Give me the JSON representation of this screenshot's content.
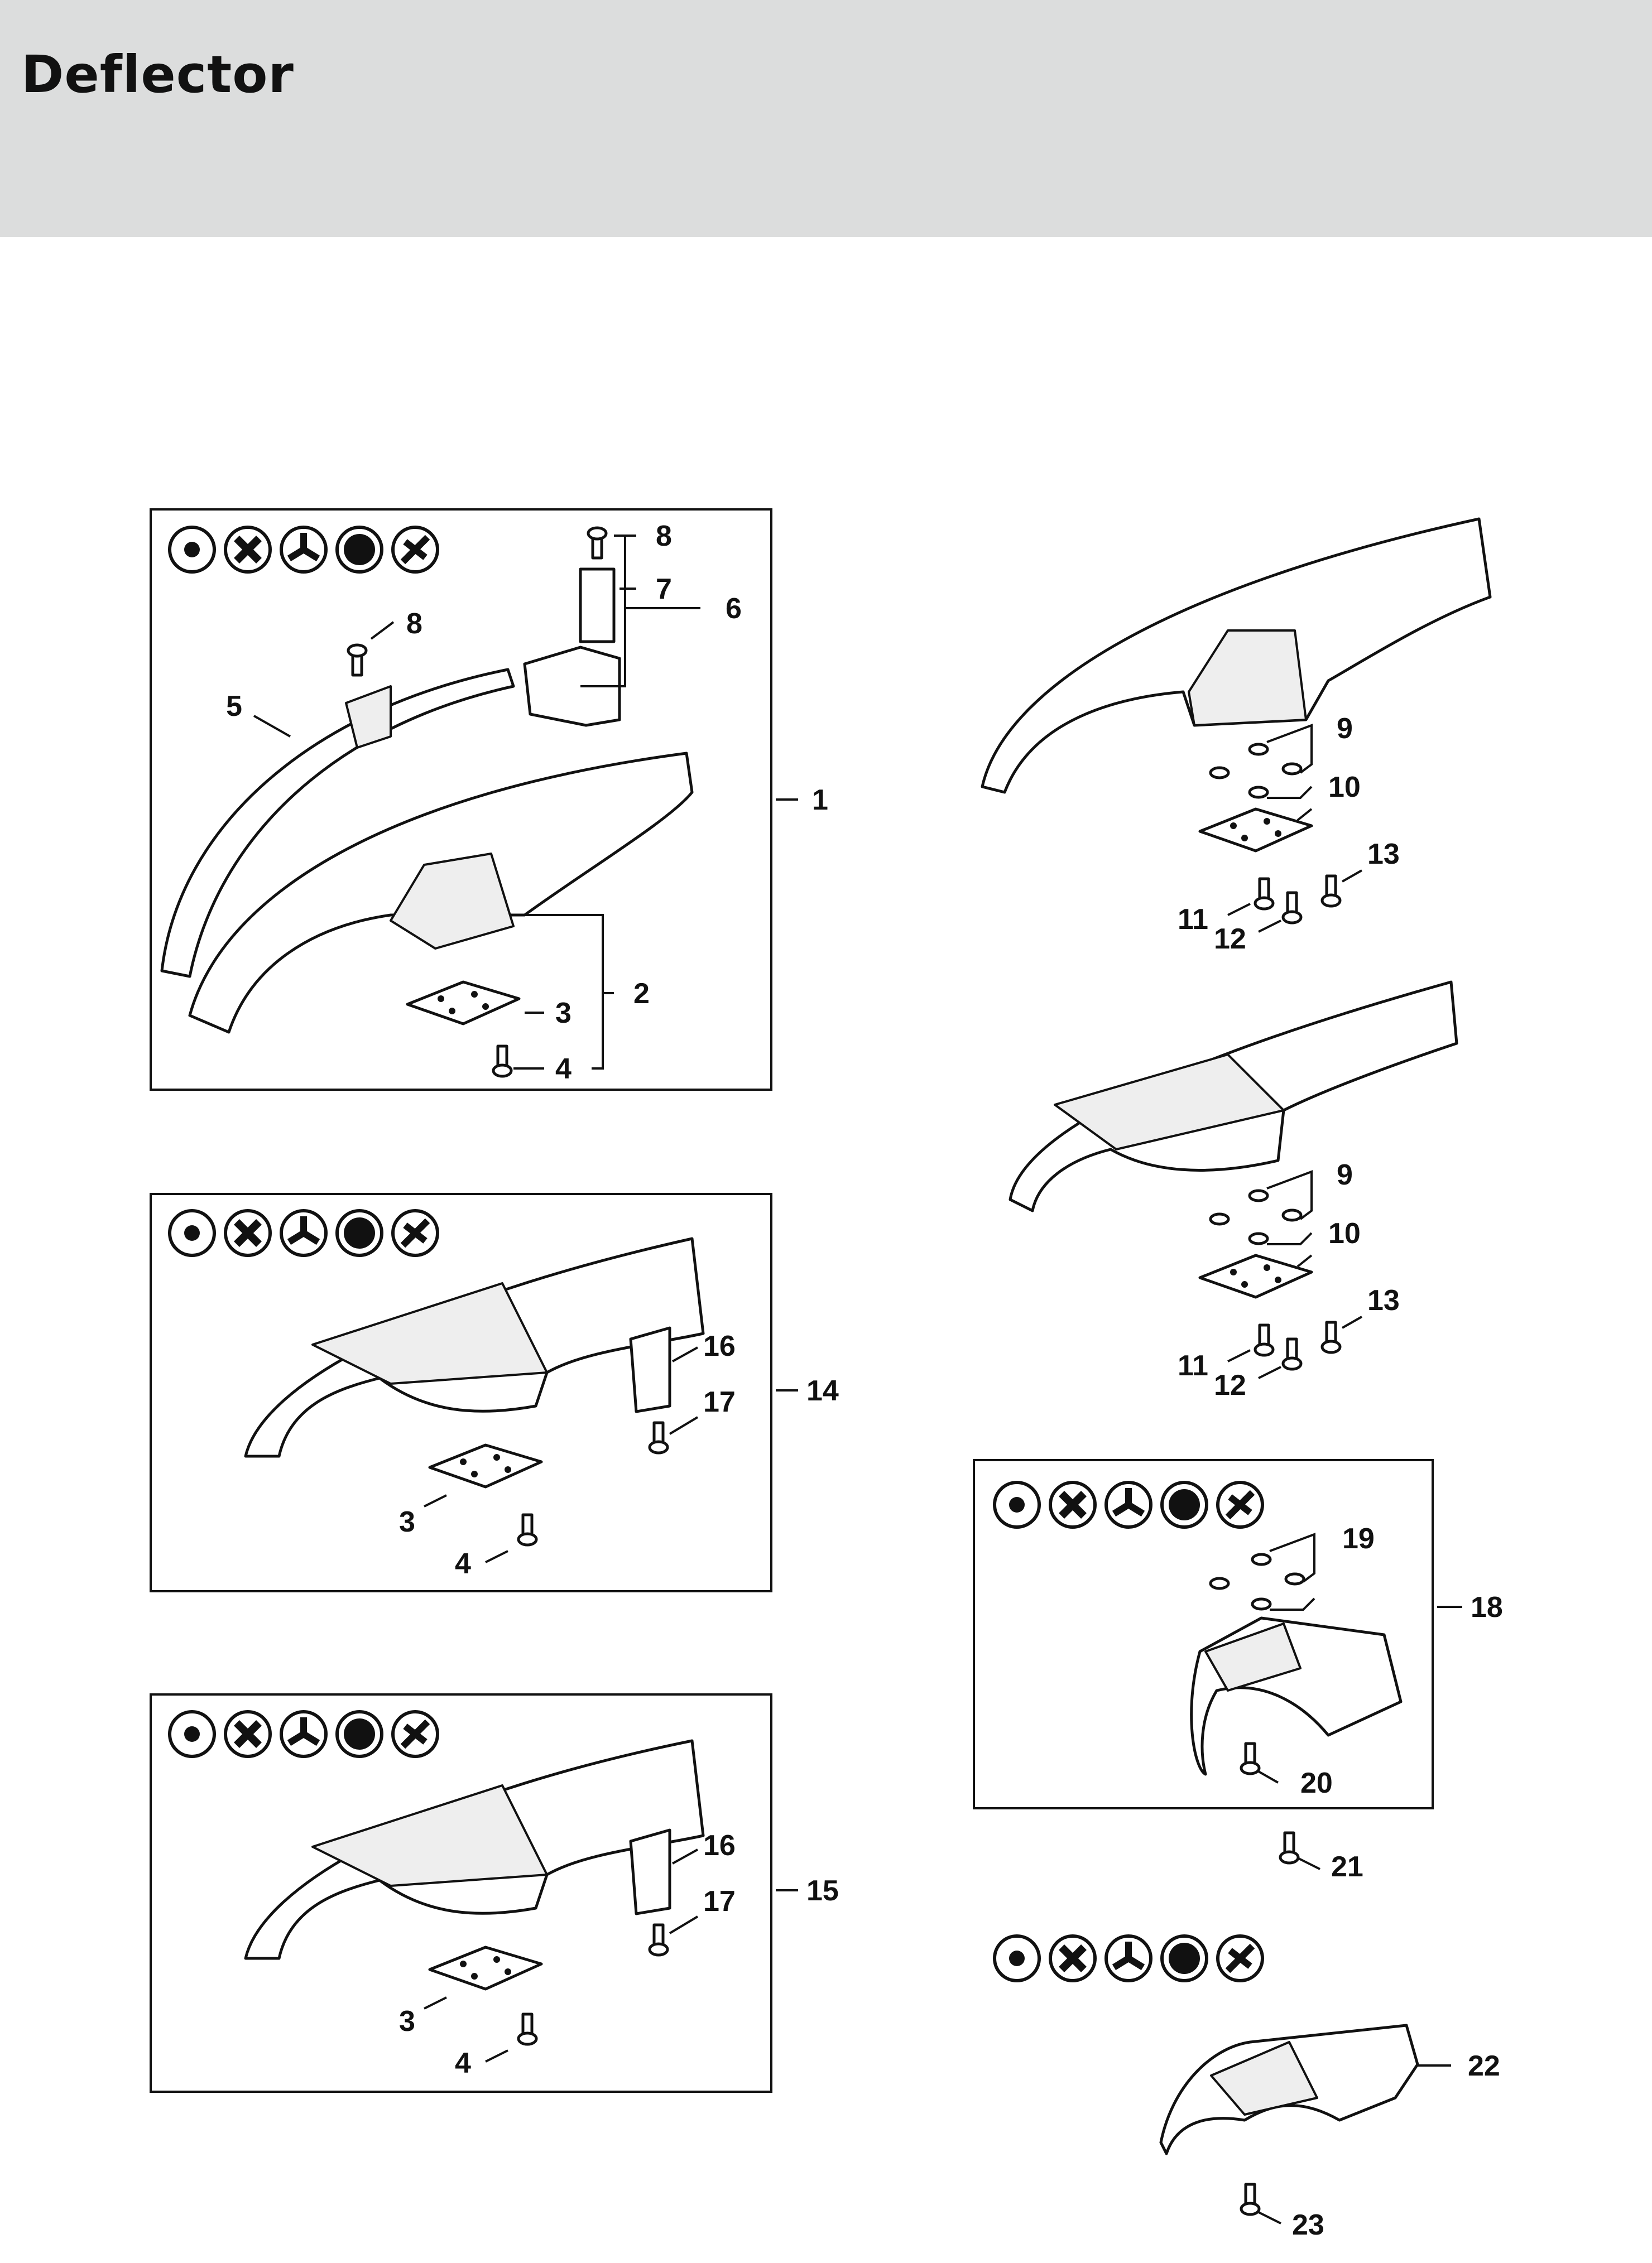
{
  "page": {
    "title": "Deflector"
  },
  "callouts": {
    "c1": "1",
    "c2": "2",
    "c3": "3",
    "c4": "4",
    "c5": "5",
    "c6": "6",
    "c7": "7",
    "c8a": "8",
    "c8b": "8",
    "c14": "14",
    "c16a": "16",
    "c17a": "17",
    "c3b": "3",
    "c4b": "4",
    "c15": "15",
    "c16b": "16",
    "c17b": "17",
    "c3c": "3",
    "c4c": "4",
    "c9a": "9",
    "c10a": "10",
    "c11a": "11",
    "c12a": "12",
    "c13a": "13",
    "c9b": "9",
    "c10b": "10",
    "c11b": "11",
    "c12b": "12",
    "c13b": "13",
    "c18": "18",
    "c19": "19",
    "c20": "20",
    "c21": "21",
    "c22": "22",
    "c23": "23"
  },
  "tool_icons": [
    "trimmer-head-icon",
    "grass-blade-icon",
    "three-tooth-blade-icon",
    "circular-saw-blade-icon",
    "four-tooth-blade-icon"
  ],
  "colors": {
    "header_bg": "#dcdddd",
    "ink": "#111111",
    "page_bg": "#ffffff"
  }
}
